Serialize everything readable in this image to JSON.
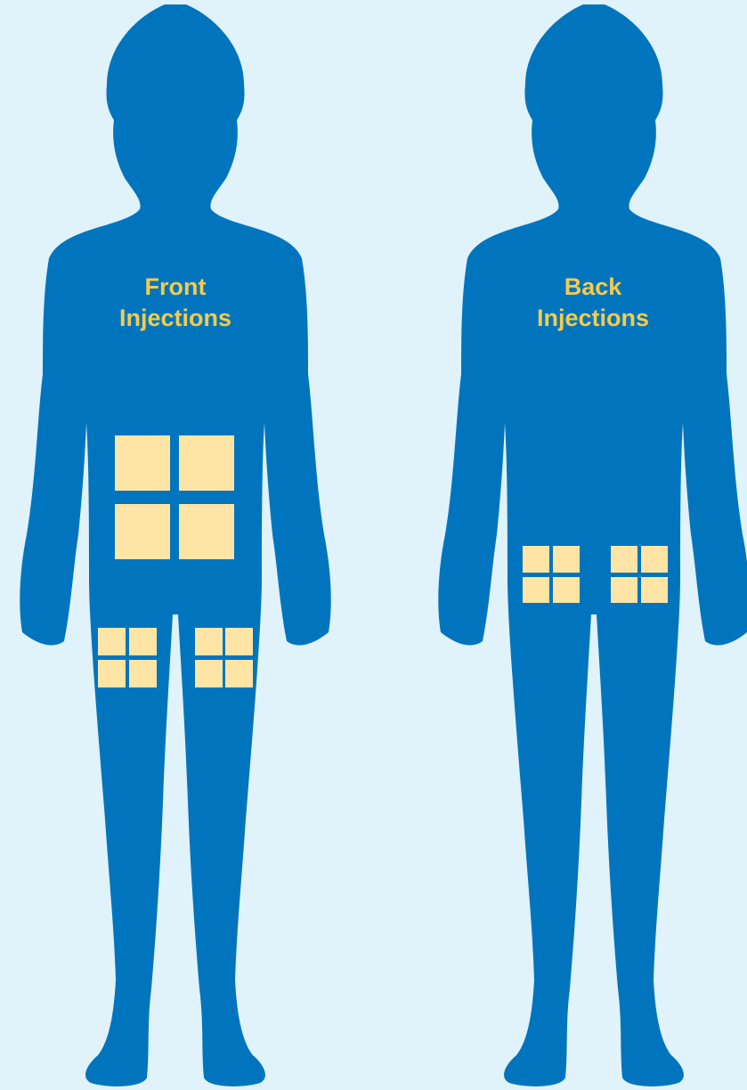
{
  "colors": {
    "background": "#E0F2FA",
    "body": "#0075BD",
    "injection_site": "#FEE5A5",
    "label": "#F5CB4B"
  },
  "front": {
    "title_line1": "Front",
    "title_line2": "Injections",
    "sites": [
      "abdomen",
      "left-thigh",
      "right-thigh"
    ]
  },
  "back": {
    "title_line1": "Back",
    "title_line2": "Injections",
    "sites": [
      "left-buttock",
      "right-buttock"
    ]
  }
}
